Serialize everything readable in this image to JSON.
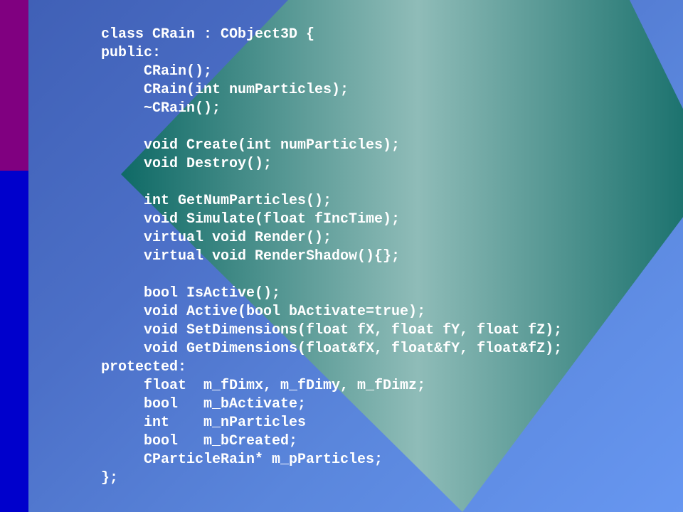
{
  "code": {
    "lines": [
      {
        "text": "class CRain : CObject3D {",
        "indent": 0
      },
      {
        "text": "public:",
        "indent": 0
      },
      {
        "text": "CRain();",
        "indent": 1
      },
      {
        "text": "CRain(int numParticles);",
        "indent": 1
      },
      {
        "text": "~CRain();",
        "indent": 1
      },
      {
        "text": "",
        "indent": 1
      },
      {
        "text": "void Create(int numParticles);",
        "indent": 1
      },
      {
        "text": "void Destroy();",
        "indent": 1
      },
      {
        "text": "",
        "indent": 1
      },
      {
        "text": "int GetNumParticles();",
        "indent": 1
      },
      {
        "text": "void Simulate(float fIncTime);",
        "indent": 1
      },
      {
        "text": "virtual void Render();",
        "indent": 1
      },
      {
        "text": "virtual void RenderShadow(){};",
        "indent": 1
      },
      {
        "text": "",
        "indent": 1
      },
      {
        "text": "bool IsActive();",
        "indent": 1
      },
      {
        "text": "void Active(bool bActivate=true);",
        "indent": 1
      },
      {
        "text": "void SetDimensions(float fX, float fY, float fZ);",
        "indent": 1
      },
      {
        "text": "void GetDimensions(float&fX, float&fY, float&fZ);",
        "indent": 1
      },
      {
        "text": "protected:",
        "indent": 0
      },
      {
        "text": "float  m_fDimx, m_fDimy, m_fDimz;",
        "indent": 1
      },
      {
        "text": "bool   m_bActivate;",
        "indent": 1
      },
      {
        "text": "int    m_nParticles",
        "indent": 1
      },
      {
        "text": "bool   m_bCreated;",
        "indent": 1
      },
      {
        "text": "CParticleRain* m_pParticles;",
        "indent": 1
      },
      {
        "text": "};",
        "indent": 0
      }
    ]
  },
  "colors": {
    "bar_top": "#800080",
    "bar_bottom": "#0000cc",
    "diamond_light": "#8fbcb8",
    "diamond_dark": "#0f6a66",
    "text": "#ffffff"
  }
}
